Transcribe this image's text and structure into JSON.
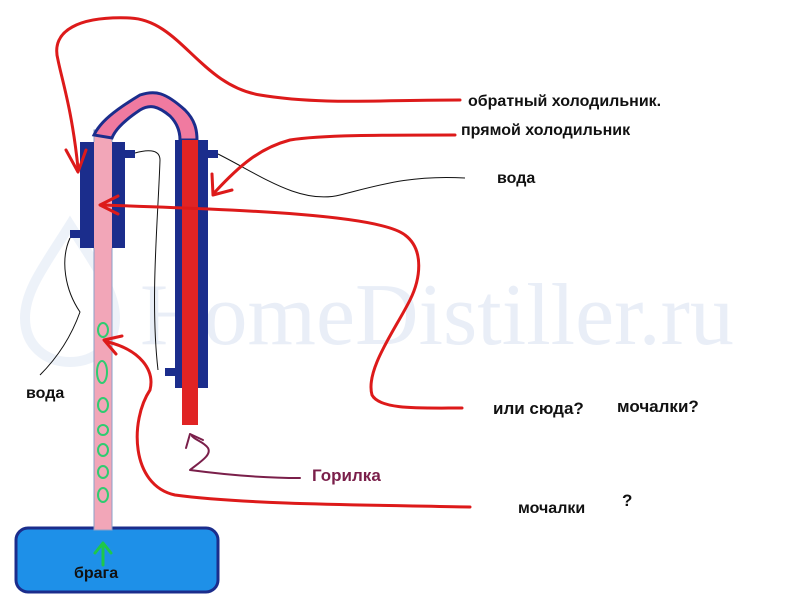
{
  "watermark": {
    "text": "HomeDistiller.ru"
  },
  "labels": {
    "reflux_condenser": "обратный холодильник.",
    "direct_condenser": "прямой холодильник",
    "water_right": "вода",
    "water_left": "вода",
    "or_here": "или сюда?",
    "packing_question_1": "мочалки?",
    "packing_question_2": "мочалки",
    "question_mark": "?",
    "horilka": "Горилка",
    "braga": "брага"
  },
  "colors": {
    "arrow_red": "#dd1a1a",
    "condenser_jacket": "#1b2d8c",
    "inner_tube": "#f07aa0",
    "column_tube": "#f2a6b8",
    "liquid_blue": "#1e90e8",
    "bubbles": "#2ecc71",
    "horilka_text": "#7a1f4a",
    "water_line": "#111111",
    "braga_arrow": "#1ec84a"
  },
  "icons": {
    "watermark": "droplet-logo-icon"
  }
}
